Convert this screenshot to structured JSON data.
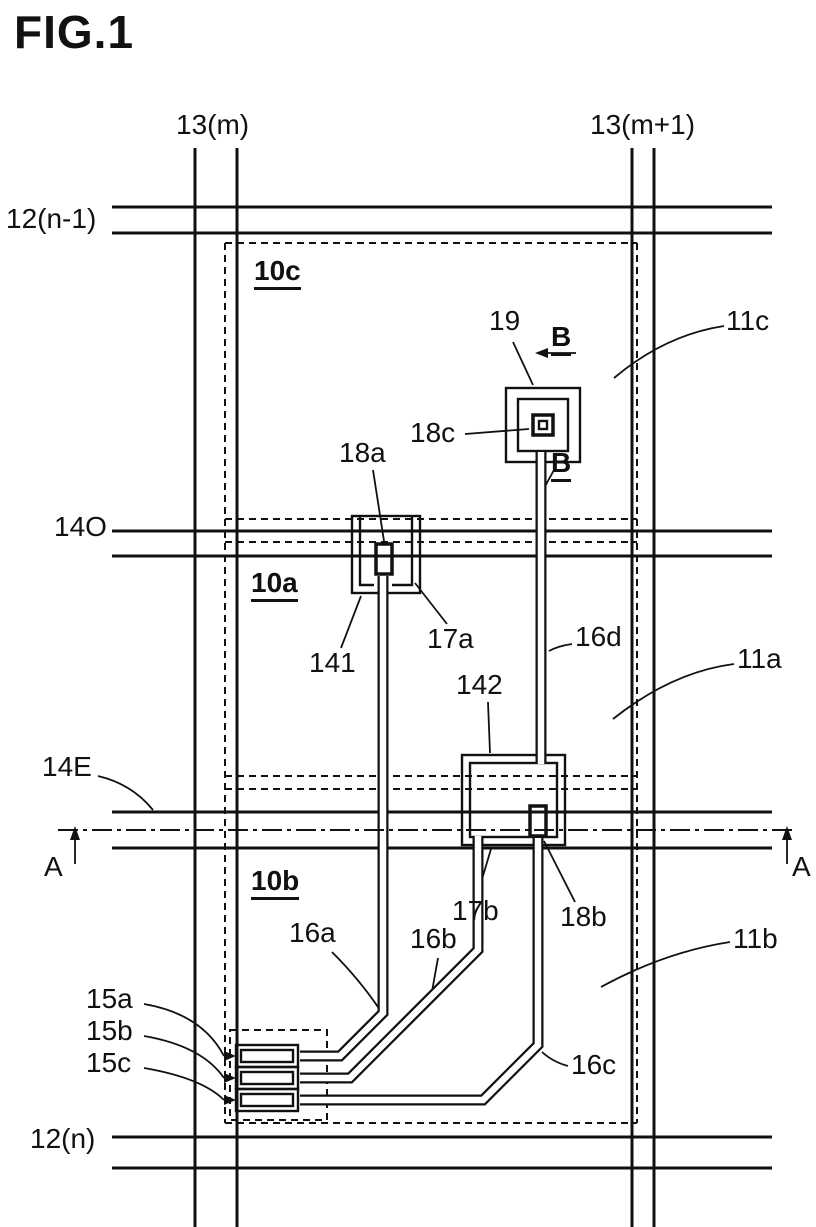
{
  "figure_title": "FIG.1",
  "bus_labels": {
    "data_line_left": "13(m)",
    "data_line_right": "13(m+1)",
    "gate_line_top": "12(n-1)",
    "gate_line_bottom": "12(n)",
    "cs_line_odd": "14O",
    "cs_line_even": "14E"
  },
  "region_labels": {
    "top": "10c",
    "middle": "10a",
    "bottom": "10b"
  },
  "pixel_labels": {
    "top": "11c",
    "middle": "11a",
    "bottom": "11b"
  },
  "part_labels": {
    "contact_top": "19",
    "pad_top": "18c",
    "pad_mid": "18a",
    "electrode_mid": "17a",
    "cs_branch_odd": "141",
    "cs_branch_even": "142",
    "wire_d": "16d",
    "electrode_bottom": "17b",
    "pad_bottom": "18b",
    "wire_a": "16a",
    "wire_b": "16b",
    "wire_c": "16c",
    "terminal_a": "15a",
    "terminal_b": "15b",
    "terminal_c": "15c"
  },
  "section_markers": {
    "a": "A",
    "b": "B"
  }
}
